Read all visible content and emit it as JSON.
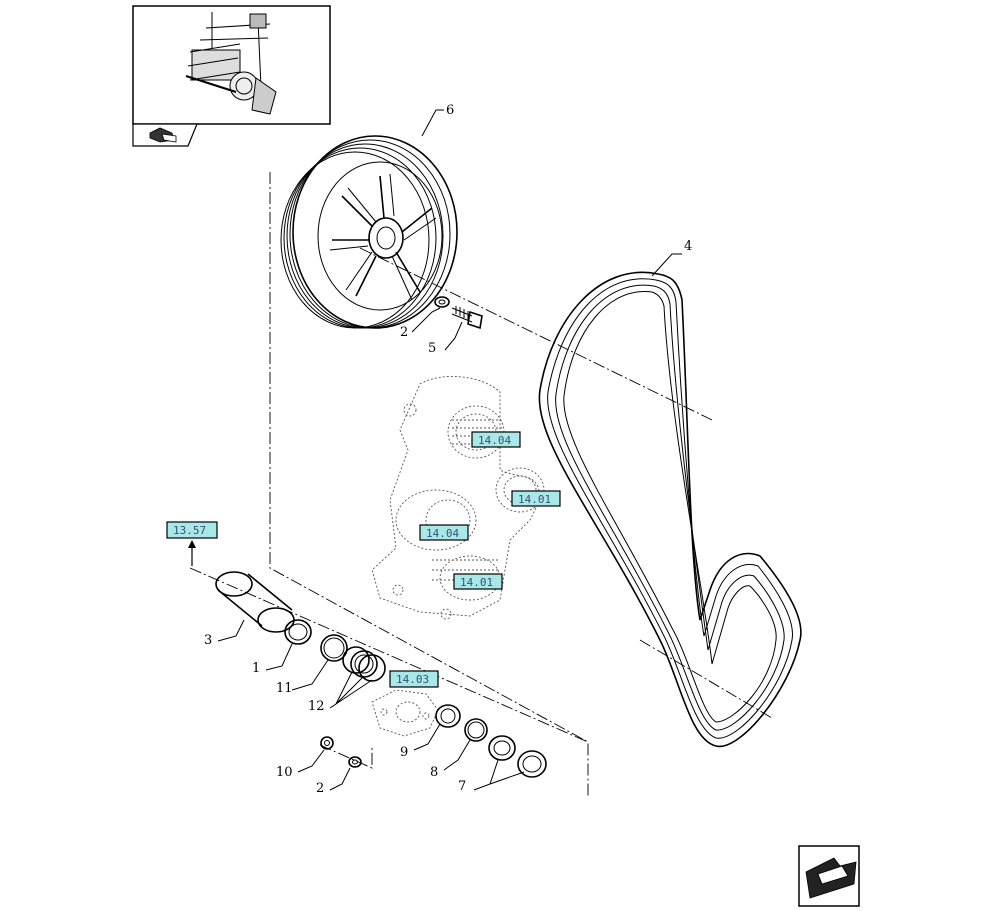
{
  "callouts": [
    {
      "id": "1",
      "label": "1"
    },
    {
      "id": "2a",
      "label": "2"
    },
    {
      "id": "2b",
      "label": "2"
    },
    {
      "id": "3",
      "label": "3"
    },
    {
      "id": "4",
      "label": "4"
    },
    {
      "id": "5",
      "label": "5"
    },
    {
      "id": "6",
      "label": "6"
    },
    {
      "id": "7",
      "label": "7"
    },
    {
      "id": "8",
      "label": "8"
    },
    {
      "id": "9",
      "label": "9"
    },
    {
      "id": "10",
      "label": "10"
    },
    {
      "id": "11",
      "label": "11"
    },
    {
      "id": "12",
      "label": "12"
    }
  ],
  "references": [
    {
      "id": "r1",
      "label": "14.04"
    },
    {
      "id": "r2",
      "label": "14.01"
    },
    {
      "id": "r3",
      "label": "14.04"
    },
    {
      "id": "r4",
      "label": "14.01"
    },
    {
      "id": "r5",
      "label": "13.57"
    },
    {
      "id": "r6",
      "label": "14.03"
    }
  ],
  "colors": {
    "reference_fill": "#a8e8e6",
    "reference_text": "#3a4f7a",
    "line": "#000000"
  },
  "icons": {
    "thumbnail": "assembly-thumbnail",
    "back": "back-arrow-icon",
    "next": "next-page-arrow-icon"
  }
}
